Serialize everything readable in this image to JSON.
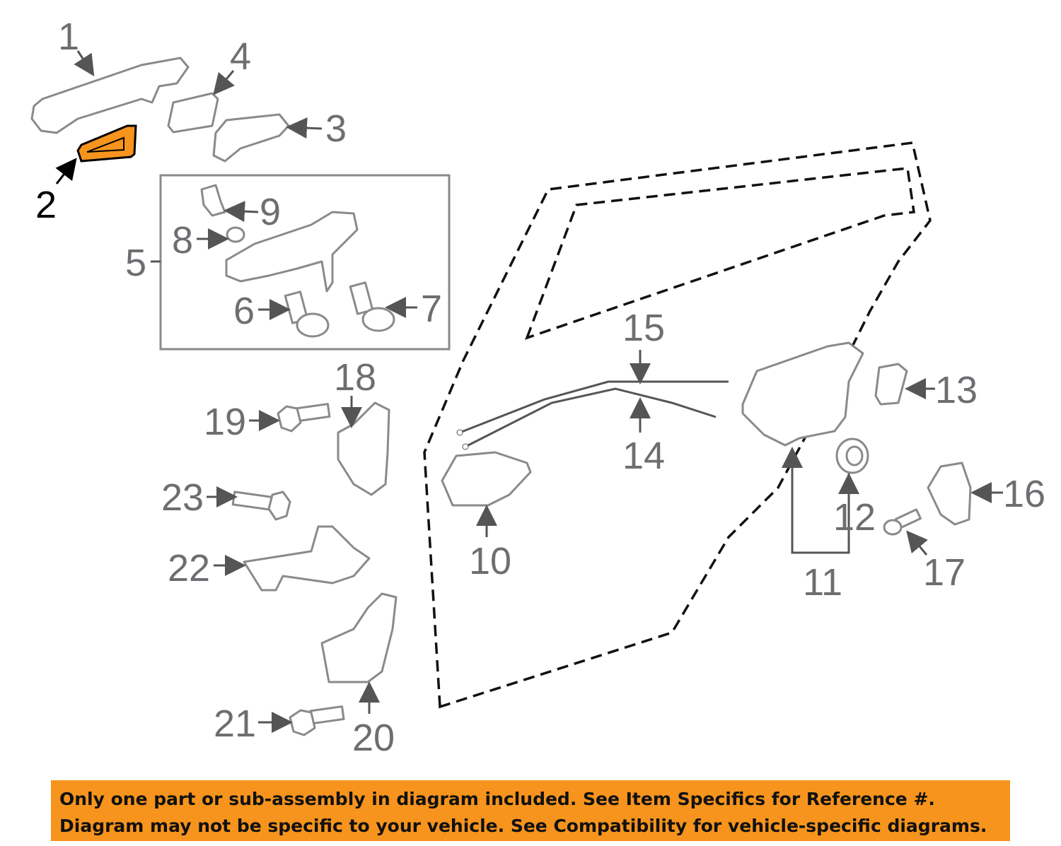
{
  "diagram": {
    "highlight_color": "#f7941d",
    "highlighted_part": "2",
    "callouts": [
      "1",
      "2",
      "3",
      "4",
      "5",
      "6",
      "7",
      "8",
      "9",
      "10",
      "11",
      "12",
      "13",
      "14",
      "15",
      "16",
      "17",
      "18",
      "19",
      "20",
      "21",
      "22",
      "23"
    ]
  },
  "banner": {
    "line1": "Only one part or sub-assembly in diagram included. See Item Specifics for Reference #.",
    "line2": "Diagram may not be specific to your vehicle. See Compatibility for vehicle-specific diagrams."
  }
}
